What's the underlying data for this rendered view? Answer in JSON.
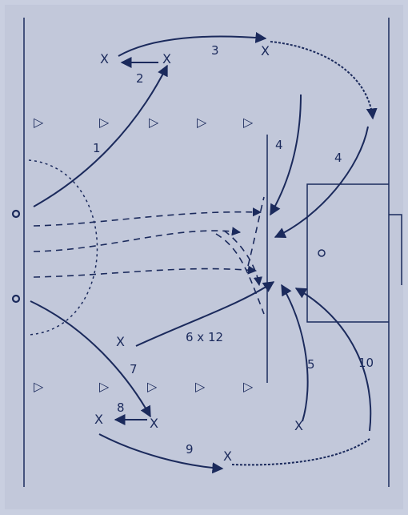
{
  "colors": {
    "background": "#c9cfe0",
    "ink": "#1b2a5c"
  },
  "player_marker": "X",
  "cone_glyph": "▷",
  "step_labels": [
    "1",
    "2",
    "3",
    "4",
    "4",
    "5",
    "6 x 12",
    "7",
    "8",
    "9",
    "10"
  ]
}
